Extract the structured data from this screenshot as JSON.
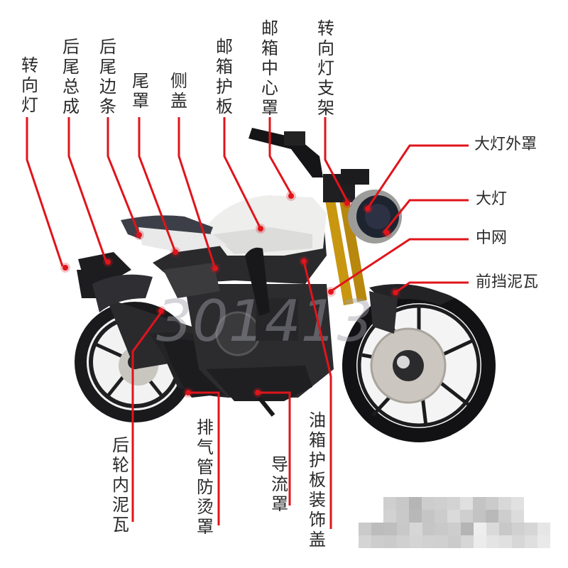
{
  "diagram": {
    "subject": "motorcycle",
    "line_color": "#e0141b",
    "dot_color": "#e0141b",
    "top_labels": [
      {
        "id": "turn-signal",
        "text": "转向灯"
      },
      {
        "id": "rear-tail-assembly",
        "text": "后尾总成"
      },
      {
        "id": "rear-tail-trim",
        "text": "后尾边条"
      },
      {
        "id": "tail-cover",
        "text": "尾罩"
      },
      {
        "id": "side-cover",
        "text": "侧盖"
      },
      {
        "id": "tank-guard-panel",
        "text": "邮箱护板"
      },
      {
        "id": "tank-center-cover",
        "text": "邮箱中心罩"
      },
      {
        "id": "turn-signal-bracket",
        "text": "转向灯支架"
      }
    ],
    "right_labels": [
      {
        "id": "headlight-shroud",
        "text": "大灯外罩"
      },
      {
        "id": "headlight",
        "text": "大灯"
      },
      {
        "id": "center-grille",
        "text": "中网"
      },
      {
        "id": "front-fender",
        "text": "前挡泥瓦"
      }
    ],
    "bottom_labels": [
      {
        "id": "rear-inner-fender",
        "text": "后轮内泥瓦"
      },
      {
        "id": "exhaust-heat-shield",
        "text": "排气管防烫罩"
      },
      {
        "id": "air-deflector",
        "text": "导流罩"
      },
      {
        "id": "tank-guard-trim-cover",
        "text": "油箱护板装饰盖"
      }
    ],
    "watermark": "301413"
  }
}
